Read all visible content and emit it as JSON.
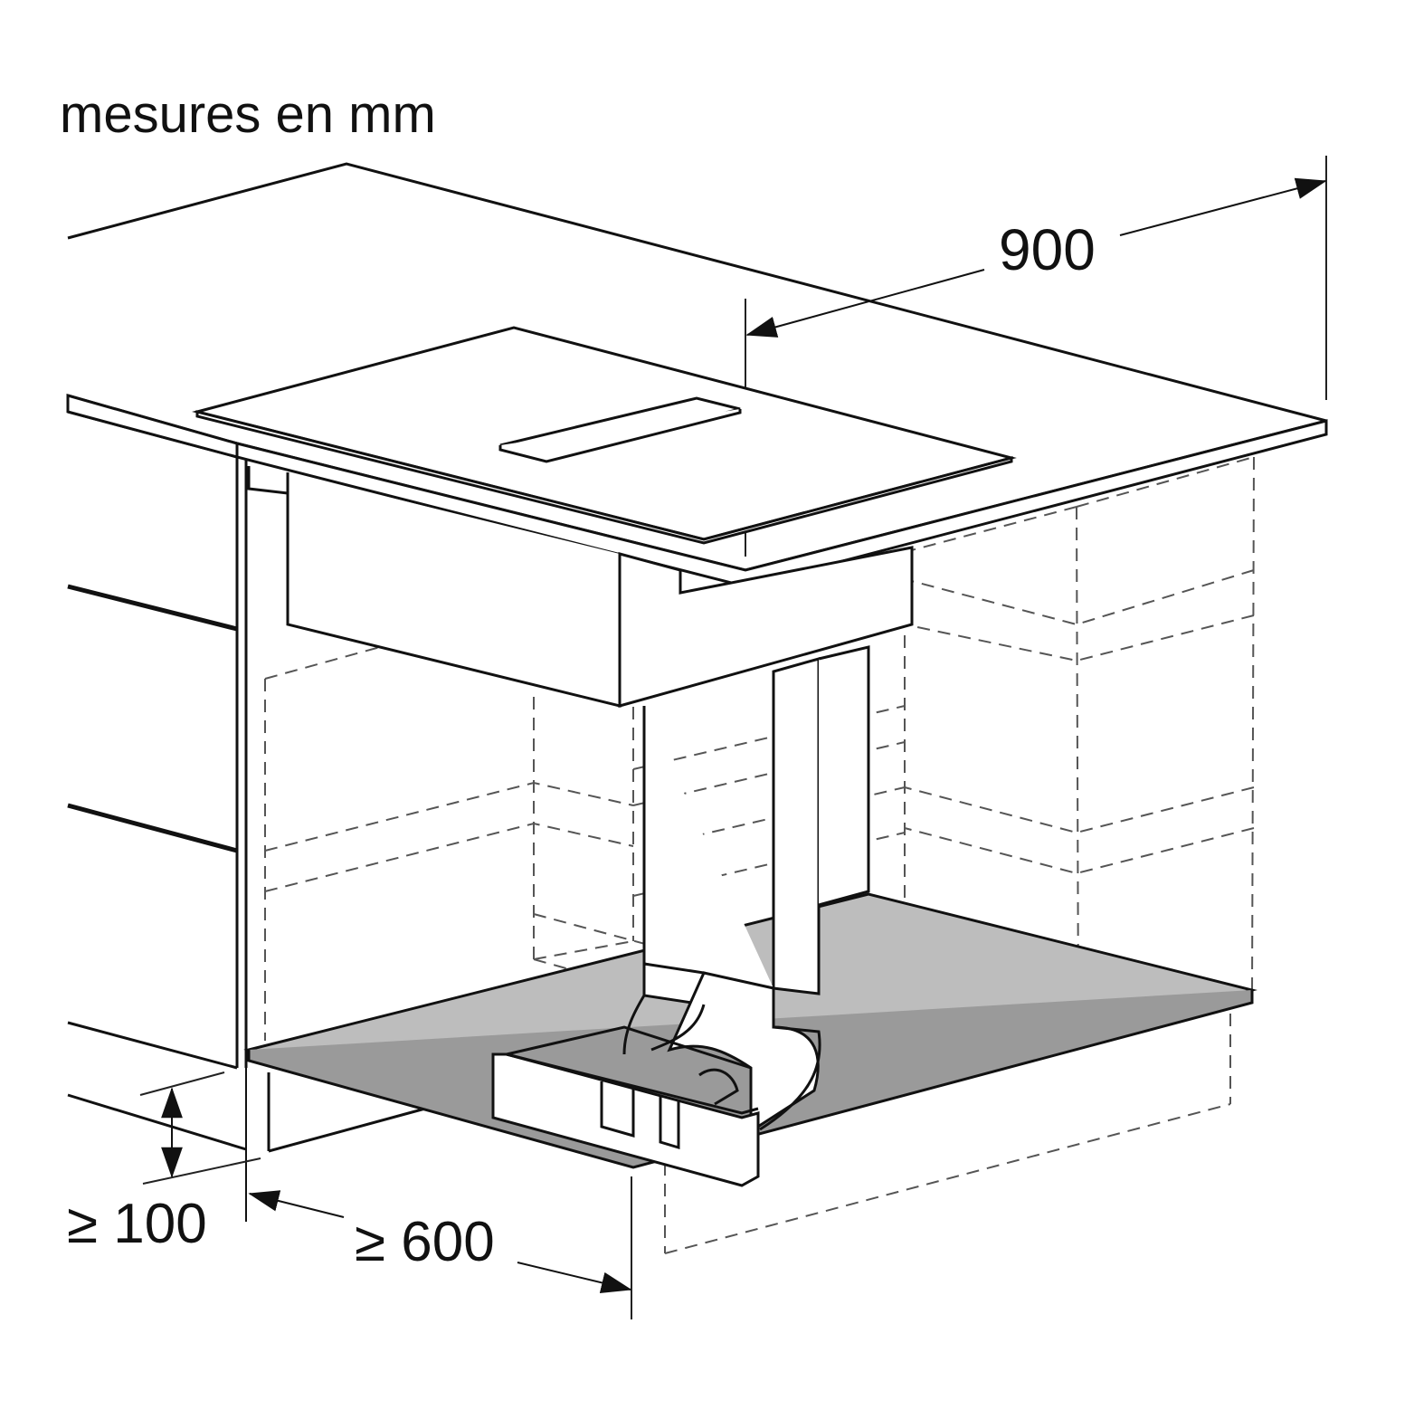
{
  "title": "mesures en mm",
  "dimensions": {
    "width": "900",
    "plinth_height": "≥ 100",
    "depth": "≥ 600"
  }
}
